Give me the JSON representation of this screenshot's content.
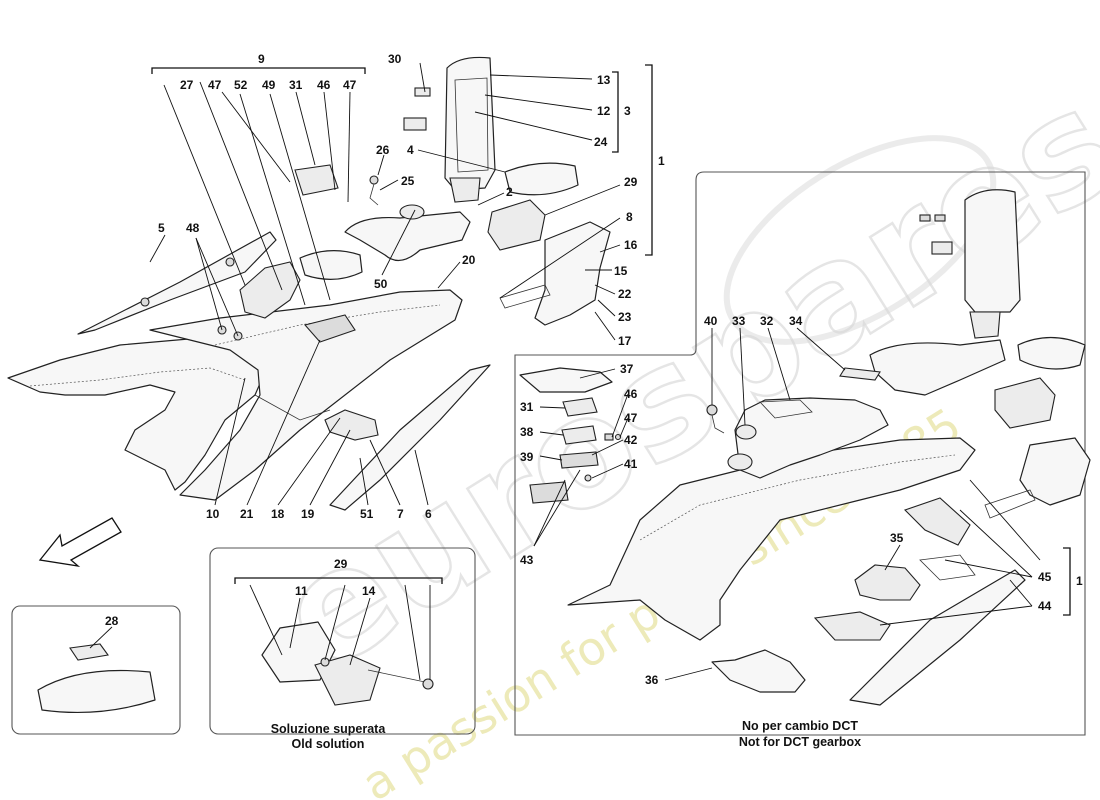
{
  "watermark": {
    "logo_text": "eurospares",
    "slogan": "a passion for parts since 1985"
  },
  "callouts": {
    "n1a": "1",
    "n1b": "1",
    "n2": "2",
    "n3": "3",
    "n4": "4",
    "n5": "5",
    "n6": "6",
    "n7": "7",
    "n8": "8",
    "n9": "9",
    "n10": "10",
    "n11": "11",
    "n12": "12",
    "n13": "13",
    "n14": "14",
    "n15": "15",
    "n16": "16",
    "n17": "17",
    "n18": "18",
    "n19": "19",
    "n20": "20",
    "n21": "21",
    "n22": "22",
    "n23": "23",
    "n24": "24",
    "n25": "25",
    "n26": "26",
    "n27": "27",
    "n28": "28",
    "n29a": "29",
    "n29b": "29",
    "n30": "30",
    "n31a": "31",
    "n31b": "31",
    "n32": "32",
    "n33": "33",
    "n34": "34",
    "n35": "35",
    "n36": "36",
    "n37": "37",
    "n38": "38",
    "n39": "39",
    "n40": "40",
    "n41": "41",
    "n42": "42",
    "n43": "43",
    "n44": "44",
    "n45": "45",
    "n46a": "46",
    "n46b": "46",
    "n47a": "47",
    "n47b": "47",
    "n47c": "47",
    "n48": "48",
    "n49": "49",
    "n50": "50",
    "n51": "51",
    "n52": "52"
  },
  "captions": {
    "old_solution_it": "Soluzione superata",
    "old_solution_en": "Old solution",
    "no_dct_it": "No per cambio DCT",
    "no_dct_en": "Not for DCT gearbox"
  }
}
